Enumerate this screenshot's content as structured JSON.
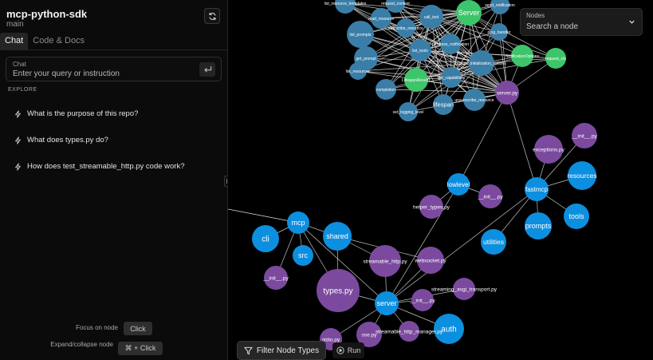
{
  "sidebar": {
    "repo_name": "mcp-python-sdk",
    "branch": "main",
    "tabs": [
      {
        "label": "Chat",
        "active": true
      },
      {
        "label": "Code & Docs",
        "active": false
      }
    ],
    "chat": {
      "label": "Chat",
      "placeholder": "Enter your query or instruction"
    },
    "explore": {
      "heading": "EXPLORE",
      "items": [
        "What is the purpose of this repo?",
        "What does types.py do?",
        "How does test_streamable_http.py code work?"
      ]
    },
    "shortcuts": [
      {
        "action": "Focus on node",
        "key": "Click"
      },
      {
        "action": "Expand/collapse node",
        "key": "⌘ + Click"
      }
    ]
  },
  "nodes_select": {
    "label": "Nodes",
    "value": "Search a node"
  },
  "toolbar": {
    "filter_label": "Filter Node Types",
    "run_label": "Run"
  },
  "colors": {
    "directory": "#0d8fe0",
    "file": "#7b4a9e",
    "class": "#3ec46a",
    "symbol": "#3a7ea8"
  },
  "graph": {
    "nodes": [
      {
        "id": "mcp",
        "label": "mcp",
        "kind": "directory"
      },
      {
        "id": "cli",
        "label": "cli",
        "kind": "directory"
      },
      {
        "id": "shared",
        "label": "shared",
        "kind": "directory"
      },
      {
        "id": "src",
        "label": "src",
        "kind": "directory"
      },
      {
        "id": "init_mcp",
        "label": "__init__.py",
        "kind": "file"
      },
      {
        "id": "types",
        "label": "types.py",
        "kind": "file"
      },
      {
        "id": "streamable_http",
        "label": "streamable_http.py",
        "kind": "file"
      },
      {
        "id": "websocket",
        "label": "websocket.py",
        "kind": "file"
      },
      {
        "id": "server_dir",
        "label": "server",
        "kind": "directory"
      },
      {
        "id": "auth",
        "label": "auth",
        "kind": "directory"
      },
      {
        "id": "sse",
        "label": "sse.py",
        "kind": "file"
      },
      {
        "id": "stdio",
        "label": "stdio.py",
        "kind": "file"
      },
      {
        "id": "init_server",
        "label": "__init__.py",
        "kind": "file"
      },
      {
        "id": "streaming_asgi",
        "label": "streaming_asgi_transport.py",
        "kind": "file"
      },
      {
        "id": "streamable_http_manager",
        "label": "streamable_http_manager.py",
        "kind": "file"
      },
      {
        "id": "lowlevel",
        "label": "lowlevel",
        "kind": "directory"
      },
      {
        "id": "helper_types",
        "label": "helper_types.py",
        "kind": "file"
      },
      {
        "id": "init_lowlevel",
        "label": "__init__.py",
        "kind": "file"
      },
      {
        "id": "server_py",
        "label": "server.py",
        "kind": "file"
      },
      {
        "id": "fastmcp",
        "label": "fastmcp",
        "kind": "directory"
      },
      {
        "id": "exceptions",
        "label": "exceptions.py",
        "kind": "file"
      },
      {
        "id": "init_fastmcp",
        "label": "__init__.py",
        "kind": "file"
      },
      {
        "id": "resources",
        "label": "resources",
        "kind": "directory"
      },
      {
        "id": "tools",
        "label": "tools",
        "kind": "directory"
      },
      {
        "id": "prompts",
        "label": "prompts",
        "kind": "directory"
      },
      {
        "id": "utilities",
        "label": "utilities",
        "kind": "directory"
      },
      {
        "id": "ServerCls",
        "label": "Server",
        "kind": "class"
      },
      {
        "id": "NotificationOptions",
        "label": "NotificationOptions",
        "kind": "class"
      },
      {
        "id": "request_ctx",
        "label": "request_ctx",
        "kind": "class"
      },
      {
        "id": "lifespan",
        "label": "lifespan",
        "kind": "symbol"
      },
      {
        "id": "call_tool",
        "label": "call_tool",
        "kind": "symbol"
      },
      {
        "id": "list_prompts",
        "label": "list_prompts",
        "kind": "symbol"
      },
      {
        "id": "get_prompt",
        "label": "get_prompt",
        "kind": "symbol"
      },
      {
        "id": "list_resources",
        "label": "list_resources",
        "kind": "symbol"
      },
      {
        "id": "completion",
        "label": "completion",
        "kind": "symbol"
      },
      {
        "id": "ping_handler",
        "label": "ping_handler",
        "kind": "symbol"
      },
      {
        "id": "set_logging_level",
        "label": "set_logging_level",
        "kind": "symbol"
      },
      {
        "id": "create_init_options",
        "label": "create_initialization_options",
        "kind": "symbol"
      },
      {
        "id": "get_capabilities",
        "label": "get_capabilities",
        "kind": "symbol"
      },
      {
        "id": "list_tools",
        "label": "list_tools",
        "kind": "symbol"
      },
      {
        "id": "read_resource",
        "label": "read_resource",
        "kind": "symbol"
      },
      {
        "id": "request_context",
        "label": "request_context",
        "kind": "symbol"
      },
      {
        "id": "subscribe_resource",
        "label": "subscribe_resource",
        "kind": "symbol"
      },
      {
        "id": "progress_notification",
        "label": "progress_notification",
        "kind": "symbol"
      },
      {
        "id": "list_resource_templates",
        "label": "list_resource_templates",
        "kind": "symbol"
      },
      {
        "id": "unsubscribe_resource",
        "label": "unsubscribe_resource",
        "kind": "symbol"
      },
      {
        "id": "send_notification",
        "label": "send_notification",
        "kind": "symbol"
      },
      {
        "id": "LifespanResult",
        "label": "LifespanResultT",
        "kind": "class"
      }
    ]
  }
}
